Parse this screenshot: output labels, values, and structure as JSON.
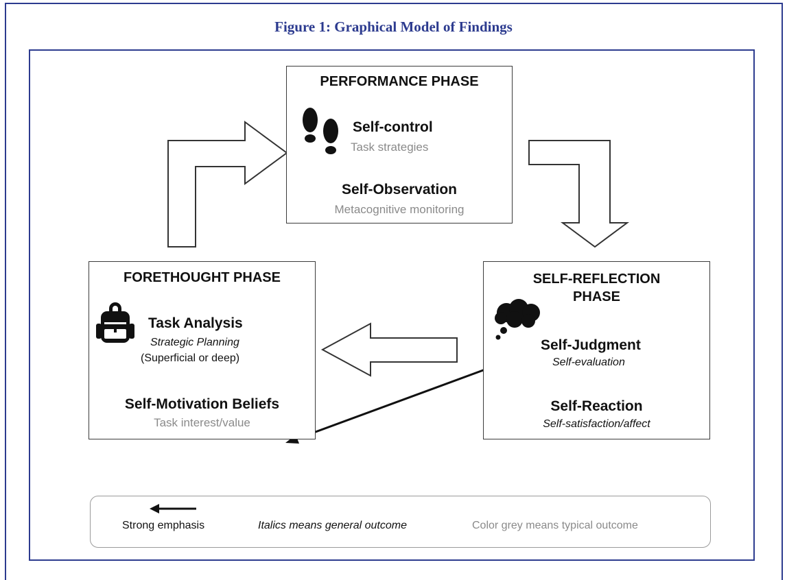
{
  "figure": {
    "title": "Figure 1: Graphical Model of Findings"
  },
  "performance": {
    "title": "PERFORMANCE PHASE",
    "item1": {
      "heading": "Self-control",
      "detail": "Task strategies"
    },
    "item2": {
      "heading": "Self-Observation",
      "detail": "Metacognitive  monitoring"
    },
    "icon": "footprints-icon"
  },
  "forethought": {
    "title": "FORETHOUGHT PHASE",
    "item1": {
      "heading": "Task Analysis",
      "detail": "Strategic Planning",
      "note": "(Superficial  or  deep)"
    },
    "item2": {
      "heading": "Self-Motivation Beliefs",
      "detail": "Task interest/value"
    },
    "icon": "backpack-icon"
  },
  "reflection": {
    "title_line1": "SELF-REFLECTION",
    "title_line2": "PHASE",
    "item1": {
      "heading": "Self-Judgment",
      "detail": "Self-evaluation"
    },
    "item2": {
      "heading": "Self-Reaction",
      "detail": "Self-satisfaction/affect"
    },
    "icon": "thought-cloud-icon"
  },
  "legend": {
    "strong": "Strong emphasis",
    "italics": "Italics means general  outcome",
    "grey": "Color grey means typical outcome"
  },
  "colors": {
    "frame": "#2c3b8f",
    "grey_text": "#8a8a8a"
  }
}
